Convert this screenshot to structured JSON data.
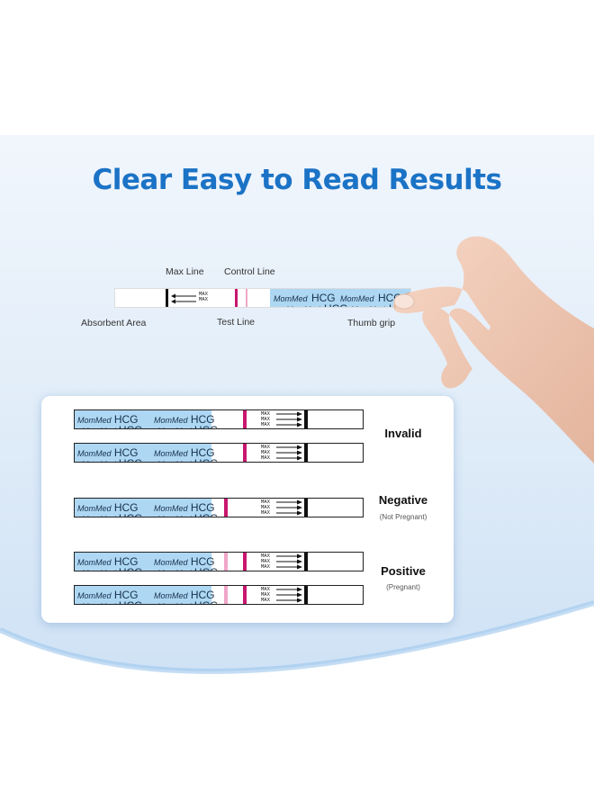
{
  "title": "Clear Easy to Read Results",
  "diagram_labels": {
    "max_line": "Max Line",
    "control_line": "Control Line",
    "absorbent_area": "Absorbent Area",
    "test_line": "Test Line",
    "thumb_grip": "Thumb grip"
  },
  "strip": {
    "brand_word": "MomMed",
    "brand_product": "HCG",
    "max_mark": "MAX"
  },
  "results": [
    {
      "label": "Invalid",
      "sub": ""
    },
    {
      "label": "Negative",
      "sub": "(Not Pregnant)"
    },
    {
      "label": "Positive",
      "sub": "(Pregnant)"
    }
  ],
  "colors": {
    "title": "#1b73c6",
    "strip_blue": "#aed7f3",
    "control_line": "#c8176e",
    "faint_test_line": "#f0a6c8"
  }
}
